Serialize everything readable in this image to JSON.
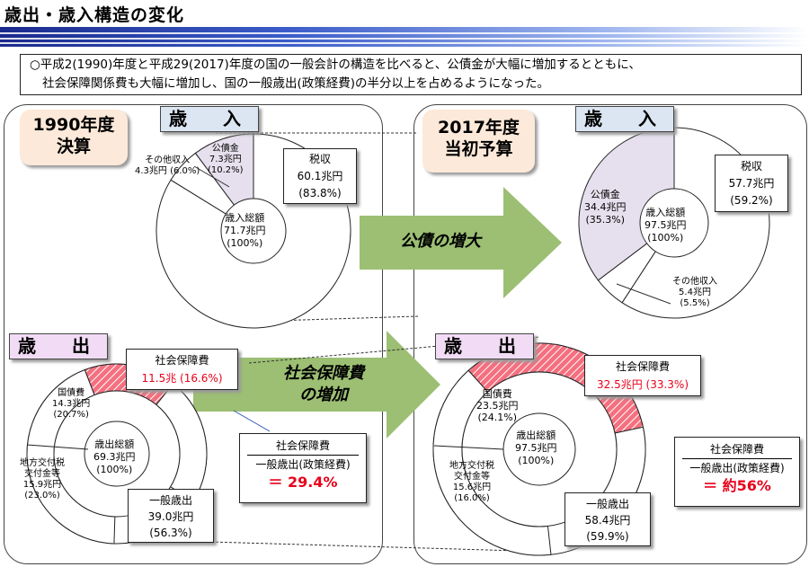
{
  "header": {
    "title": "歳出・歳入構造の変化"
  },
  "intro": {
    "line1": "○平成2(1990)年度と平成29(2017)年度の国の一般会計の構造を比べると、公債金が大幅に増加するとともに、",
    "line2": "社会保障関係費も大幅に増加し、国の一般歳出(政策経費)の半分以上を占めるようになった。"
  },
  "colors": {
    "debt_fill": "#e6e0ee",
    "social_fill": "#f4707f",
    "rev_label": "#dce6f2",
    "exp_label": "#f2dcf5",
    "year_box": "#fde9d9",
    "arrow": "#9cbf73",
    "title_bar": "#1a2a8c"
  },
  "left": {
    "year_l1": "1990年度",
    "year_l2": "決算",
    "revenue": {
      "label": "歳　入",
      "center": {
        "l1": "歳入総額",
        "l2": "71.7兆円",
        "l3": "(100%)"
      },
      "tax": {
        "l1": "税収",
        "l2": "60.1兆円",
        "l3": "(83.8%)"
      },
      "debt": {
        "l1": "公債金",
        "l2": "7.3兆円",
        "l3": "(10.2%)"
      },
      "other": {
        "l1": "その他収入",
        "l2": "4.3兆円 (6.0%)"
      },
      "shares": [
        83.8,
        10.2,
        6.0
      ]
    },
    "expenditure": {
      "label": "歳　出",
      "center": {
        "l1": "歳出総額",
        "l2": "69.3兆円",
        "l3": "(100%)"
      },
      "social": {
        "l1": "社会保障費",
        "l2": "11.5兆 (16.6%)"
      },
      "bond": {
        "l1": "国債費",
        "l2": "14.3兆円",
        "l3": "(20.7%)"
      },
      "local": {
        "l1": "地方交付税",
        "l2": "交付金等",
        "l3": "15.9兆円",
        "l4": "(23.0%)"
      },
      "general": {
        "l1": "一般歳出",
        "l2": "39.0兆円",
        "l3": "(56.3%)"
      },
      "shares": [
        16.6,
        20.7,
        23.0,
        56.3
      ]
    },
    "ratio": {
      "title": "社会保障費",
      "l2": "一般歳出(政策経費)",
      "value": "＝ 29.4%"
    }
  },
  "right": {
    "year_l1": "2017年度",
    "year_l2": "当初予算",
    "revenue": {
      "label": "歳　入",
      "center": {
        "l1": "歳入総額",
        "l2": "97.5兆円",
        "l3": "(100%)"
      },
      "tax": {
        "l1": "税収",
        "l2": "57.7兆円",
        "l3": "(59.2%)"
      },
      "debt": {
        "l1": "公債金",
        "l2": "34.4兆円",
        "l3": "(35.3%)"
      },
      "other": {
        "l1": "その他収入",
        "l2": "5.4兆円",
        "l3": "(5.5%)"
      },
      "shares": [
        59.2,
        35.3,
        5.5
      ]
    },
    "expenditure": {
      "label": "歳　出",
      "center": {
        "l1": "歳出総額",
        "l2": "97.5兆円",
        "l3": "(100%)"
      },
      "social": {
        "l1": "社会保障費",
        "l2": "32.5兆円 (33.3%)"
      },
      "bond": {
        "l1": "国債費",
        "l2": "23.5兆円",
        "l3": "(24.1%)"
      },
      "local": {
        "l1": "地方交付税",
        "l2": "交付金等",
        "l3": "15.6兆円",
        "l4": "(16.0%)"
      },
      "general": {
        "l1": "一般歳出",
        "l2": "58.4兆円",
        "l3": "(59.9%)"
      },
      "shares": [
        33.3,
        24.1,
        16.0,
        59.9
      ]
    },
    "ratio": {
      "title": "社会保障費",
      "l2": "一般歳出(政策経費)",
      "value_prefix": "＝ 約",
      "value": "56%"
    }
  },
  "arrows": {
    "debt_l1": "公債の増大",
    "social_l1": "社会保障費",
    "social_l2": "の増加"
  }
}
